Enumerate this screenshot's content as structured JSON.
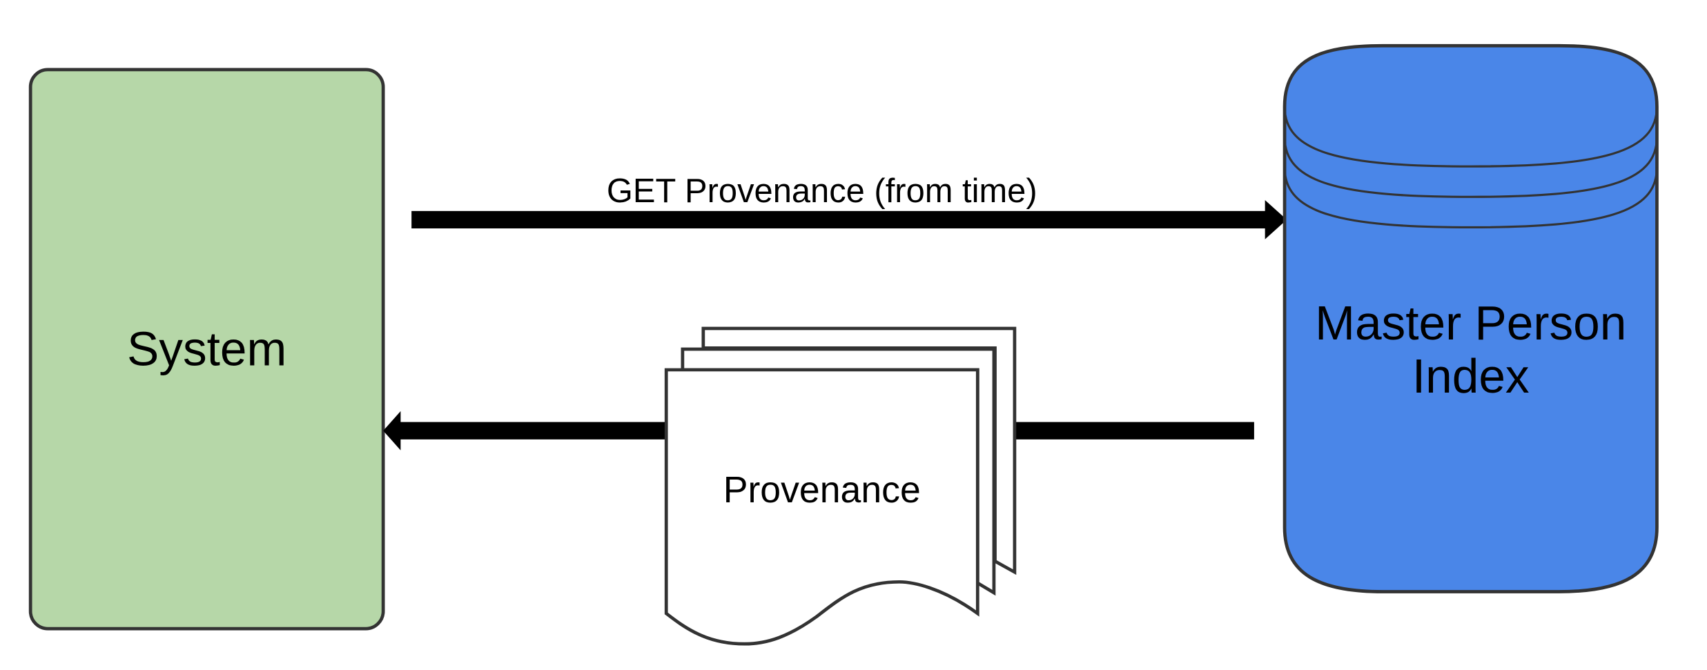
{
  "system": {
    "label": "System",
    "fill": "#b6d7a8"
  },
  "database": {
    "label_line1": "Master Person",
    "label_line2": "Index",
    "fill": "#4a86e8"
  },
  "request": {
    "label": "GET Provenance (from time)"
  },
  "document": {
    "label": "Provenance"
  }
}
